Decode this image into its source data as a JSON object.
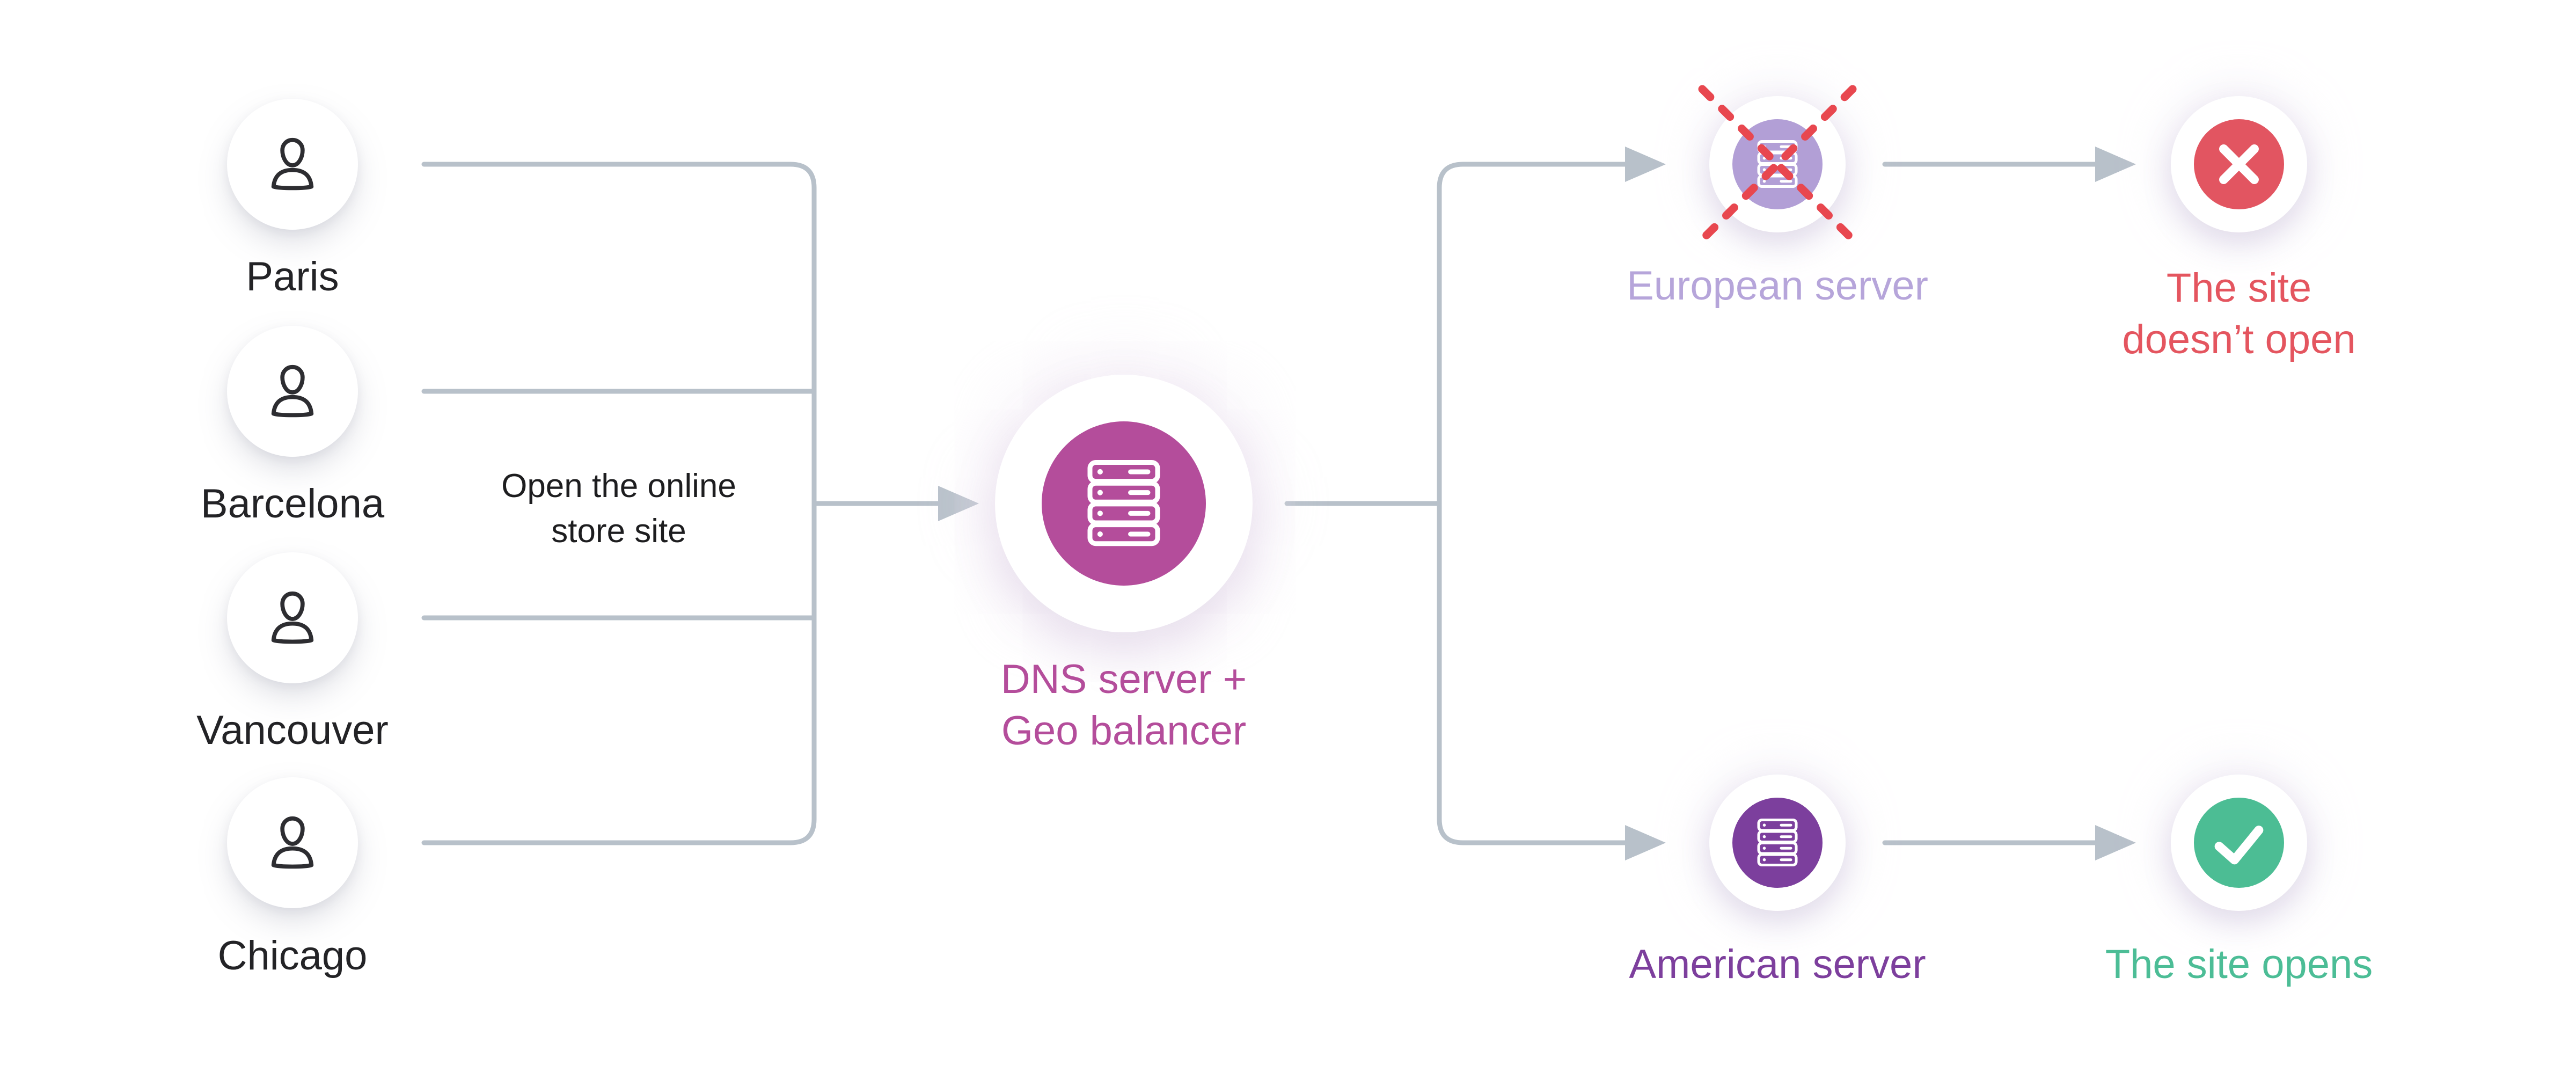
{
  "users": [
    {
      "city": "Paris"
    },
    {
      "city": "Barcelona"
    },
    {
      "city": "Vancouver"
    },
    {
      "city": "Chicago"
    }
  ],
  "labels": {
    "request": "Open the online\nstore site",
    "dns": "DNS server +\nGeo balancer",
    "european": "European server",
    "american": "American server",
    "fail": "The site\ndoesn’t open",
    "success": "The site opens"
  },
  "icons": {
    "user": "person-outline-icon",
    "dns": "server-rack-icon",
    "european": "server-rack-icon",
    "american": "server-rack-icon",
    "unavailable": "red-dashed-cross-icon",
    "fail": "x-mark-icon",
    "success": "check-mark-icon"
  },
  "colors": {
    "connector": "#b8c1ca",
    "dns_accent": "#b44d9b",
    "european_accent": "#b29fd6",
    "european_label": "#b6a5da",
    "american_accent": "#7c3f9d",
    "fail_accent": "#e25561",
    "fail_label": "#e4555f",
    "success_accent": "#4cbd94",
    "cross": "#e8474f",
    "text": "#232326"
  }
}
